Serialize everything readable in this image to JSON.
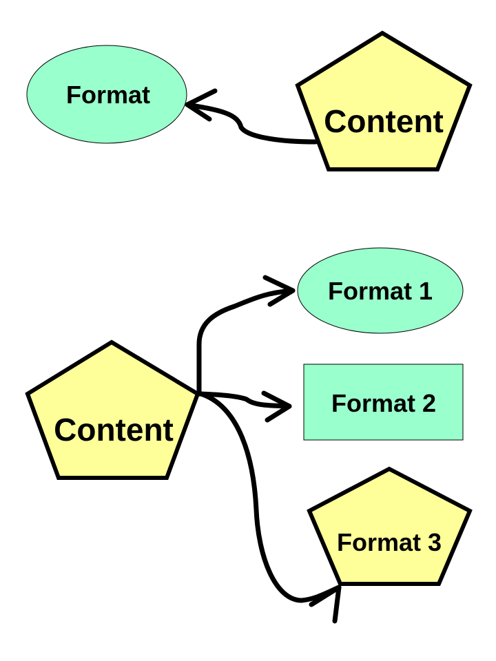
{
  "colors": {
    "format_fill": "#99ffcc",
    "content_fill": "#ffff99",
    "stroke": "#000000"
  },
  "top_diagram": {
    "format_label": "Format",
    "content_label": "Content"
  },
  "bottom_diagram": {
    "content_label": "Content",
    "format1_label": "Format 1",
    "format2_label": "Format 2",
    "format3_label": "Format 3"
  }
}
